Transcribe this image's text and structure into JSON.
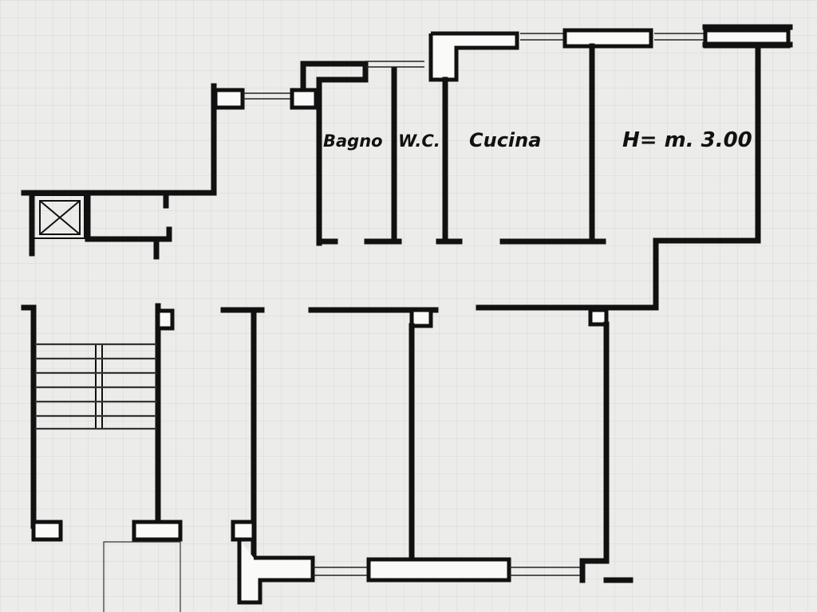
{
  "plan": {
    "rooms": [
      {
        "id": "bagno",
        "label": "Bagno"
      },
      {
        "id": "wc",
        "label": "W.C."
      },
      {
        "id": "cucina",
        "label": "Cucina"
      }
    ],
    "height_note": "H= m. 3.00"
  }
}
